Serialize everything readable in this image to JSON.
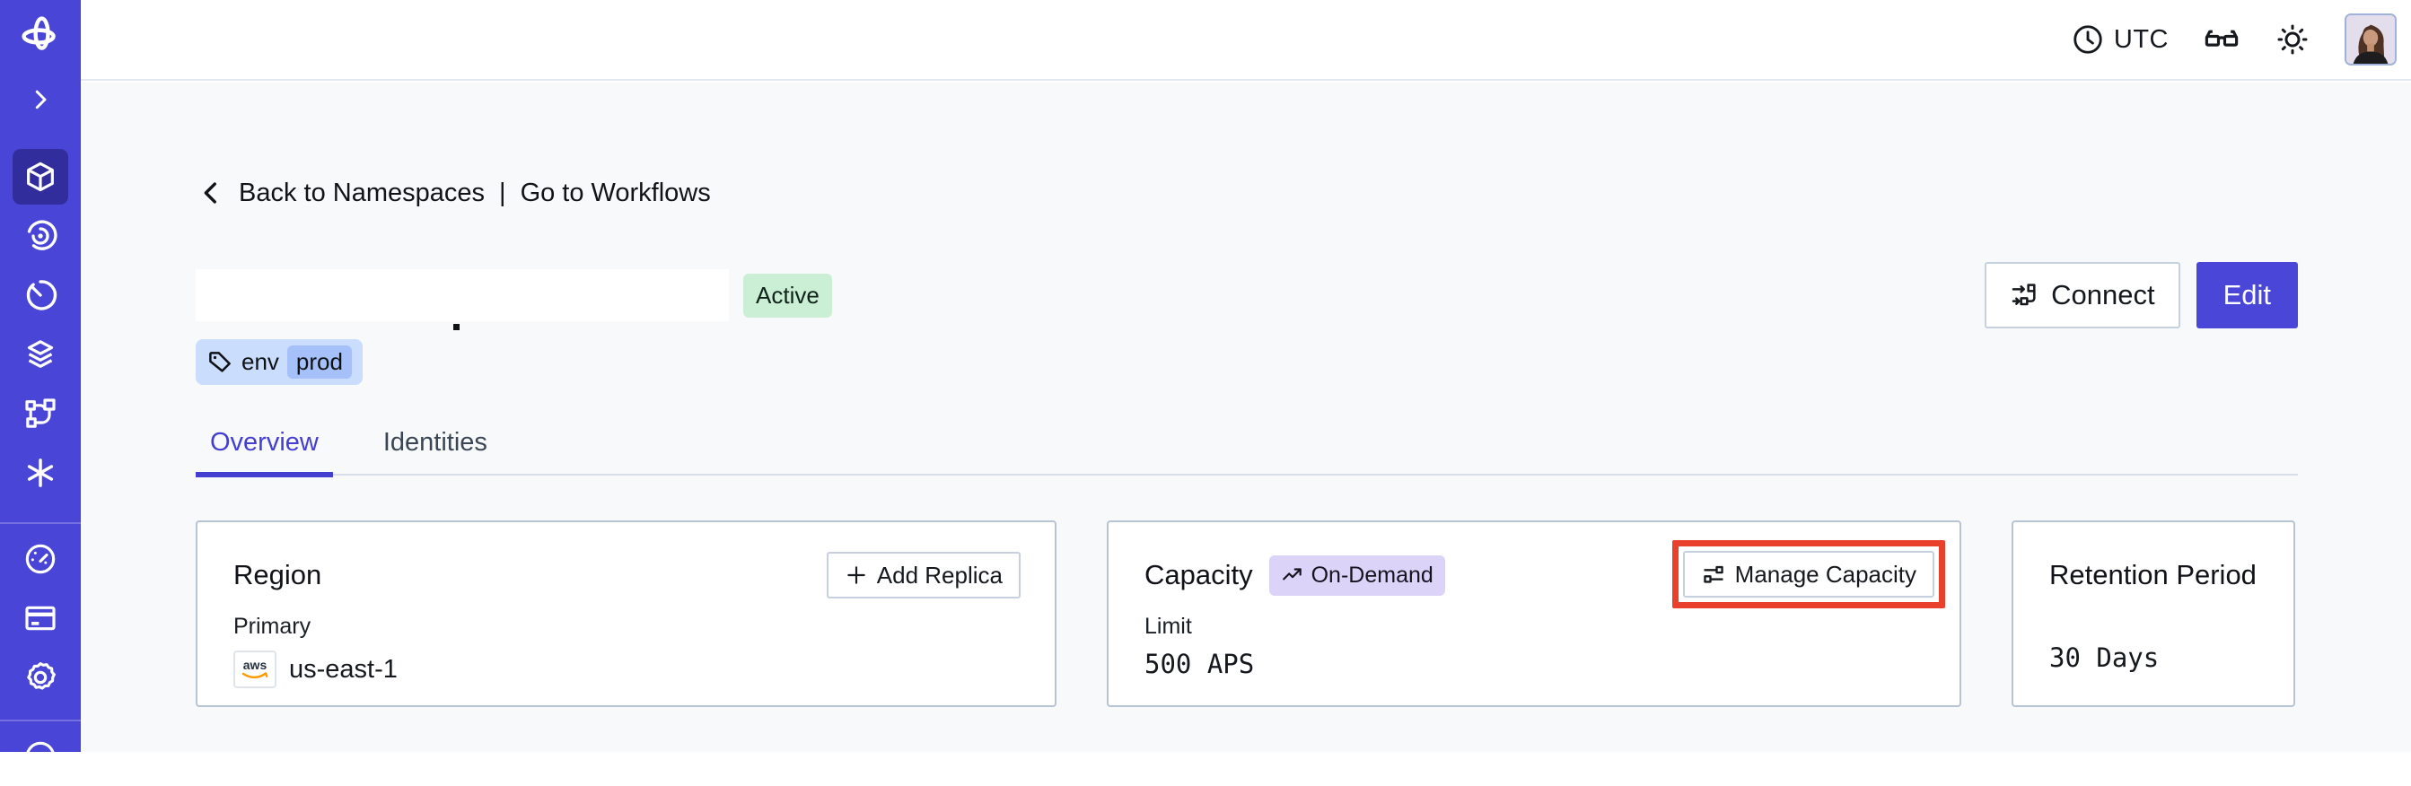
{
  "topbar": {
    "timezone": "UTC",
    "icons": [
      "clock-icon",
      "glasses-icon",
      "sun-icon",
      "avatar"
    ]
  },
  "breadcrumb": {
    "back_label": "Back to Namespaces",
    "separator": "|",
    "forward_label": "Go to Workflows"
  },
  "namespace": {
    "name_redacted": true,
    "status_badge": "Active",
    "tag_key": "env",
    "tag_value": "prod"
  },
  "actions": {
    "connect_label": "Connect",
    "edit_label": "Edit"
  },
  "tabs": [
    {
      "label": "Overview",
      "active": true
    },
    {
      "label": "Identities",
      "active": false
    }
  ],
  "cards": {
    "region": {
      "title": "Region",
      "add_replica_label": "Add Replica",
      "primary_label": "Primary",
      "provider": "aws",
      "region_value": "us-east-1"
    },
    "capacity": {
      "title": "Capacity",
      "badge_label": "On-Demand",
      "manage_label": "Manage Capacity",
      "limit_label": "Limit",
      "limit_value": "500 APS"
    },
    "retention": {
      "title": "Retention Period",
      "value": "30 Days"
    }
  },
  "sidebar_items": [
    "temporal-logo",
    "expand",
    "namespaces",
    "workflows",
    "schedules",
    "deployments",
    "nexus",
    "batch-operations",
    "usage",
    "billing",
    "settings",
    "support"
  ],
  "colors": {
    "sidebar_bg": "#4945D6",
    "accent": "#4946D8",
    "page_bg": "#F8F9FB",
    "card_border": "#B9C3D6",
    "status_active_bg": "#CBEFD4",
    "tag_bg": "#CBDDFD",
    "tag_chip_bg": "#A6C1F9",
    "ondemand_bg": "#DCD3F8",
    "highlight_red": "#E8402A"
  }
}
